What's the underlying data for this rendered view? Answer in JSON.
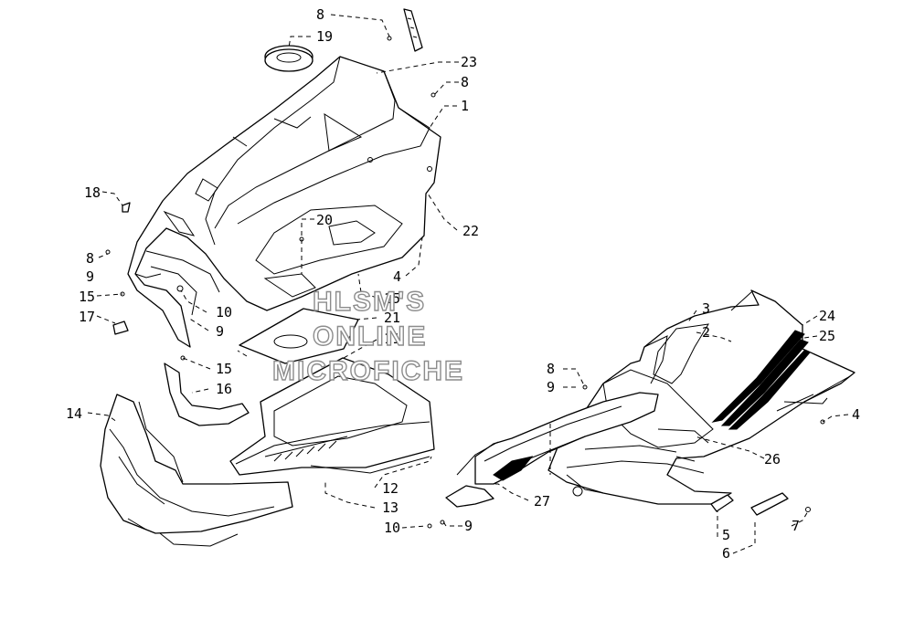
{
  "callouts": {
    "c8a": "8",
    "c19": "19",
    "c23": "23",
    "c8b": "8",
    "c1": "1",
    "c18": "18",
    "c20": "20",
    "c22": "22",
    "c8c": "8",
    "c9a": "9",
    "c4a": "4",
    "c15a": "15",
    "c10a": "10",
    "c17": "17",
    "c9b": "9",
    "c15b": "15",
    "c21": "21",
    "c11": "11",
    "c16": "16",
    "c14": "14",
    "c12": "12",
    "c13": "13",
    "c10b": "10",
    "c9c": "9",
    "c3": "3",
    "c2": "2",
    "c24": "24",
    "c25": "25",
    "c8d": "8",
    "c9d": "9",
    "c4b": "4",
    "c26": "26",
    "c27": "27",
    "c5": "5",
    "c6": "6",
    "c7": "7"
  },
  "watermark": {
    "line1": "HLSM'S",
    "line2": "ONLINE",
    "line3": "MICROFICHE"
  }
}
